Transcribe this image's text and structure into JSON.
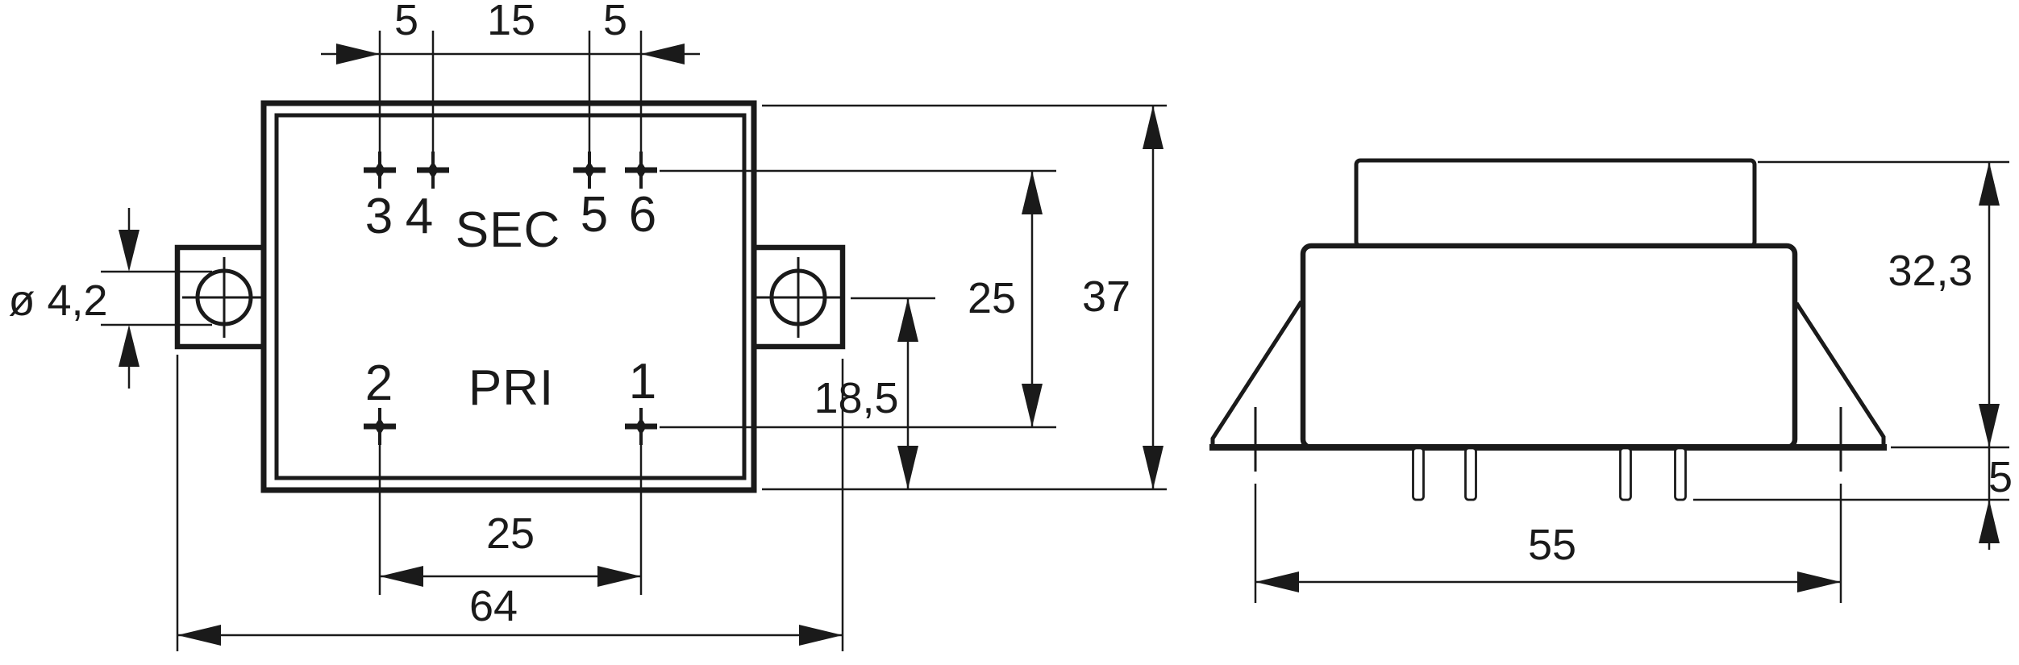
{
  "drawing_type": "transformer-dimensional-drawing",
  "colors": {
    "line": "#1a1a1a",
    "background": "#ffffff"
  },
  "top_view": {
    "dim_sec_pitch_left": "5",
    "dim_sec_pitch_mid": "15",
    "dim_sec_pitch_right": "5",
    "dim_hole_diameter": "ø 4,2",
    "label_sec": "SEC",
    "label_pri": "PRI",
    "pin_labels_sec": [
      "3",
      "4",
      "5",
      "6"
    ],
    "pin_labels_pri": [
      "2",
      "1"
    ],
    "dim_row_spacing": "25",
    "dim_hole_to_bottom_edge": "18,5",
    "dim_body_depth": "37",
    "dim_pri_pitch": "25",
    "dim_overall_width": "64"
  },
  "front_view": {
    "dim_height": "32,3",
    "dim_pin_length": "5",
    "dim_fixing_centers": "55"
  }
}
